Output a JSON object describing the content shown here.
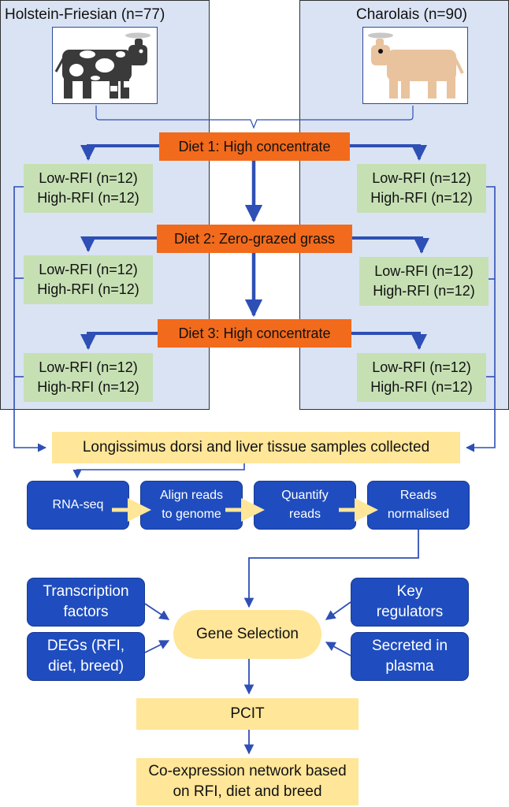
{
  "breeds": {
    "left": {
      "title": "Holstein-Friesian (n=77)",
      "animal_icon": "holstein-cow-icon"
    },
    "right": {
      "title": "Charolais (n=90)",
      "animal_icon": "charolais-cow-icon"
    }
  },
  "diets": [
    {
      "label": "Diet 1: High concentrate"
    },
    {
      "label": "Diet 2: Zero-grazed grass"
    },
    {
      "label": "Diet 3: High concentrate"
    }
  ],
  "groups": {
    "low": "Low-RFI (n=12)",
    "high": "High-RFI (n=12)"
  },
  "samples": {
    "label": "Longissimus dorsi and liver tissue samples collected"
  },
  "pipeline": [
    {
      "line1": "RNA-seq",
      "line2": ""
    },
    {
      "line1": "Align reads",
      "line2": "to genome"
    },
    {
      "line1": "Quantify",
      "line2": "reads"
    },
    {
      "line1": "Reads",
      "line2": "normalised"
    }
  ],
  "selection_inputs": {
    "tf": {
      "line1": "Transcription",
      "line2": "factors"
    },
    "degs": {
      "line1": "DEGs (RFI,",
      "line2": "diet, breed)"
    },
    "key": {
      "line1": "Key",
      "line2": "regulators"
    },
    "secreted": {
      "line1": "Secreted in",
      "line2": "plasma"
    }
  },
  "gene_selection": {
    "label": "Gene Selection"
  },
  "pcit": {
    "label": "PCIT"
  },
  "network": {
    "line1": "Co-expression network based",
    "line2": "on RFI, diet and breed"
  },
  "colors": {
    "panel": "#dae3f3",
    "diet": "#f26a1b",
    "group": "#c6e0b4",
    "yellow": "#ffe699",
    "step": "#1f4dbf",
    "arrow": "#2e4fb5"
  }
}
